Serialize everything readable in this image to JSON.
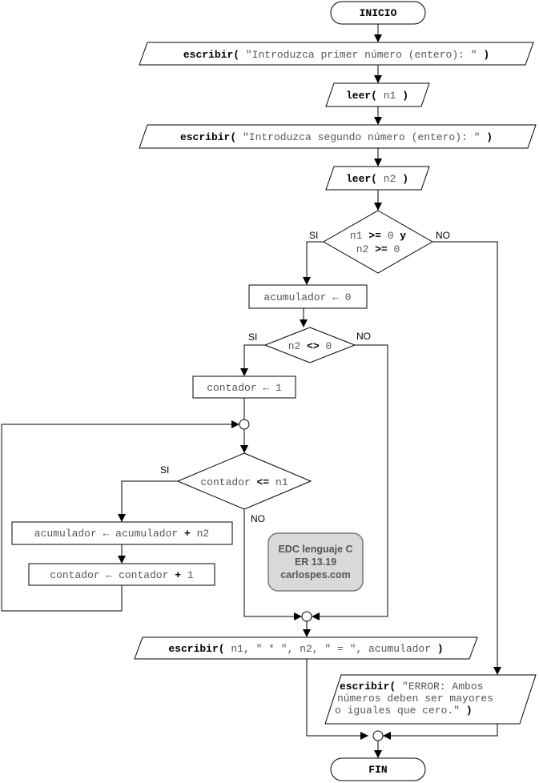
{
  "nodes": {
    "inicio": "INICIO",
    "escribir1": {
      "kw": "escribir(",
      "arg": " \"Introduzca primer número (entero): \" ",
      "close": ")"
    },
    "leer1": {
      "kw": "leer(",
      "arg": " n1 ",
      "close": ")"
    },
    "escribir2": {
      "kw": "escribir(",
      "arg": " \"Introduzca segundo número (entero): \" ",
      "close": ")"
    },
    "leer2": {
      "kw": "leer(",
      "arg": " n2 ",
      "close": ")"
    },
    "cond1": {
      "l1a": "n1 ",
      "l1op": ">=",
      "l1b": " 0 ",
      "l1and": "y",
      "l2a": "n2 ",
      "l2op": ">=",
      "l2b": " 0"
    },
    "acum_init": "acumulador ← 0",
    "cond2": {
      "a": "n2 ",
      "op": "<>",
      "b": " 0"
    },
    "cont_init": "contador ← 1",
    "cond3": {
      "a": "contador ",
      "op": "<=",
      "b": " n1"
    },
    "acum_update": {
      "a": "acumulador ← acumulador ",
      "op": "+",
      "b": " n2"
    },
    "cont_update": {
      "a": "contador ← contador ",
      "op": "+",
      "b": " 1"
    },
    "escribir_result": {
      "kw": "escribir(",
      "arg": " n1, \" * \", n2, \" = \", acumulador ",
      "close": ")"
    },
    "escribir_error": {
      "kw": "escribir(",
      "l1": " \"ERROR: Ambos",
      "l2": "números deben ser mayores",
      "l3a": "o iguales que cero.\" ",
      "l3close": ")"
    },
    "fin": "FIN"
  },
  "labels": {
    "si": "SI",
    "no": "NO"
  },
  "stamp": {
    "line1": "EDC lenguaje C",
    "line2": "ER 13.19",
    "line3": "carlospes.com"
  },
  "colors": {
    "line": "#000000",
    "text": "#555555",
    "stamp_fill": "#d9d9d9"
  }
}
